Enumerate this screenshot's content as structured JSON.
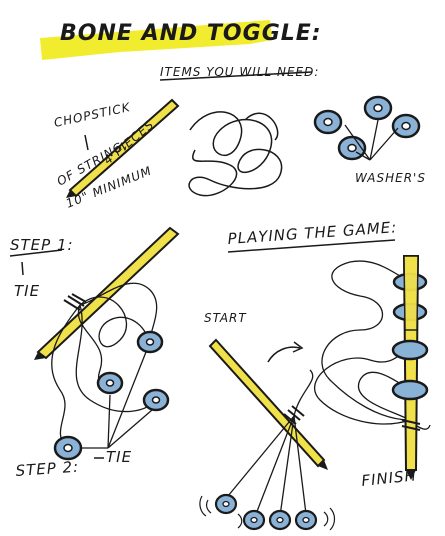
{
  "title": "BONE AND TOGGLE:",
  "subtitle": "ITEMS YOU WILL NEED:",
  "items": {
    "chopstick": "CHOPSTICK",
    "string_line1": "4 PIECES",
    "string_line2": "OF STRING,",
    "string_line3": "10\" MINIMUM",
    "washers": "WASHER'S"
  },
  "step1": {
    "label": "STEP 1:",
    "tie": "TIE"
  },
  "step2": {
    "label": "STEP 2:",
    "tie": "TIE"
  },
  "playing": {
    "label": "PLAYING THE GAME:",
    "start": "START",
    "finish": "FINISH"
  },
  "colors": {
    "highlight": "#f2ec2e",
    "stick": "#f0e04a",
    "washer": "#8ab2d6",
    "ink": "#1a1a1a"
  }
}
